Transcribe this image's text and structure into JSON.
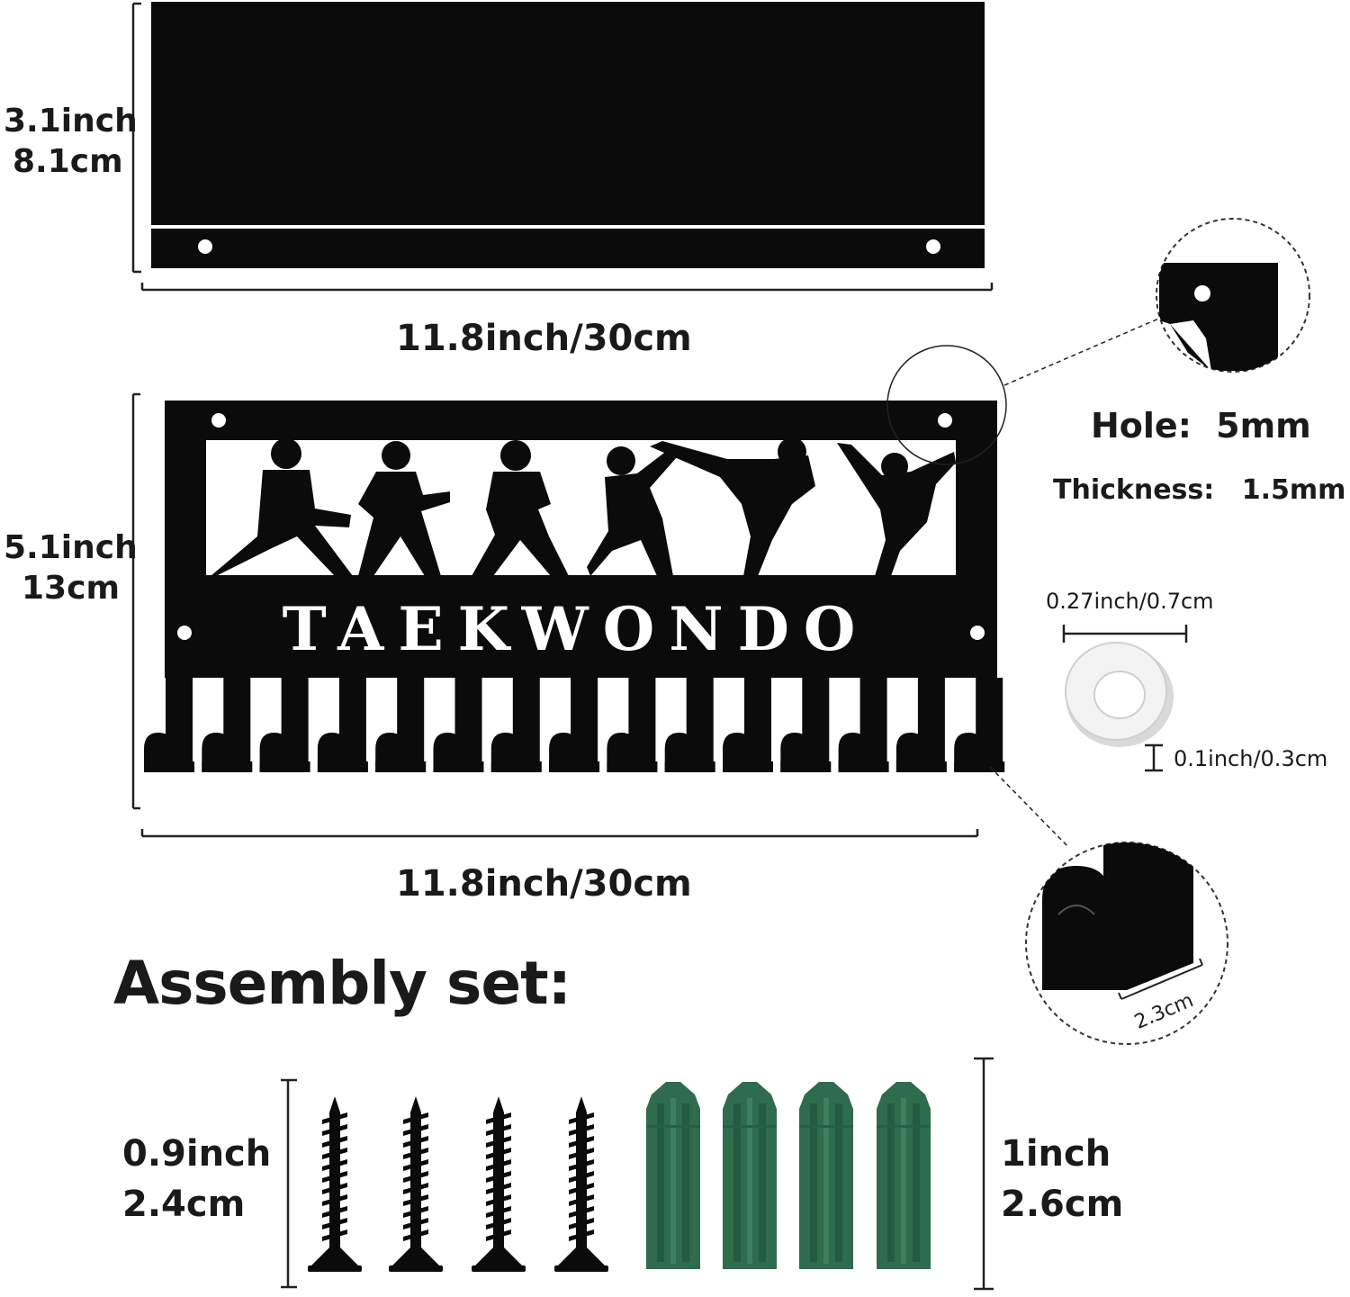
{
  "shelf": {
    "height_label_inch": "3.1inch",
    "height_label_cm": "8.1cm",
    "width_label": "11.8inch/30cm"
  },
  "rack": {
    "brand_text": "TAEKWONDO",
    "height_label_inch": "5.1inch",
    "height_label_cm": "13cm",
    "width_label": "11.8inch/30cm",
    "hook_count": 15
  },
  "specs": {
    "hole_label": "Hole:",
    "hole_value": "5mm",
    "thickness_label": "Thickness:",
    "thickness_value": "1.5mm"
  },
  "spacer": {
    "diameter_label": "0.27inch/0.7cm",
    "thickness_label": "0.1inch/0.3cm"
  },
  "hook_detail": {
    "depth_label": "2.3cm"
  },
  "assembly": {
    "title": "Assembly set:",
    "screw_label_inch": "0.9inch",
    "screw_label_cm": "2.4cm",
    "anchor_label_inch": "1inch",
    "anchor_label_cm": "2.6cm",
    "screw_count": 4,
    "anchor_count": 4
  },
  "colors": {
    "metal": "#0b0b0b",
    "anchor": "#2f6b4d",
    "spacer": "#eeeeee"
  }
}
